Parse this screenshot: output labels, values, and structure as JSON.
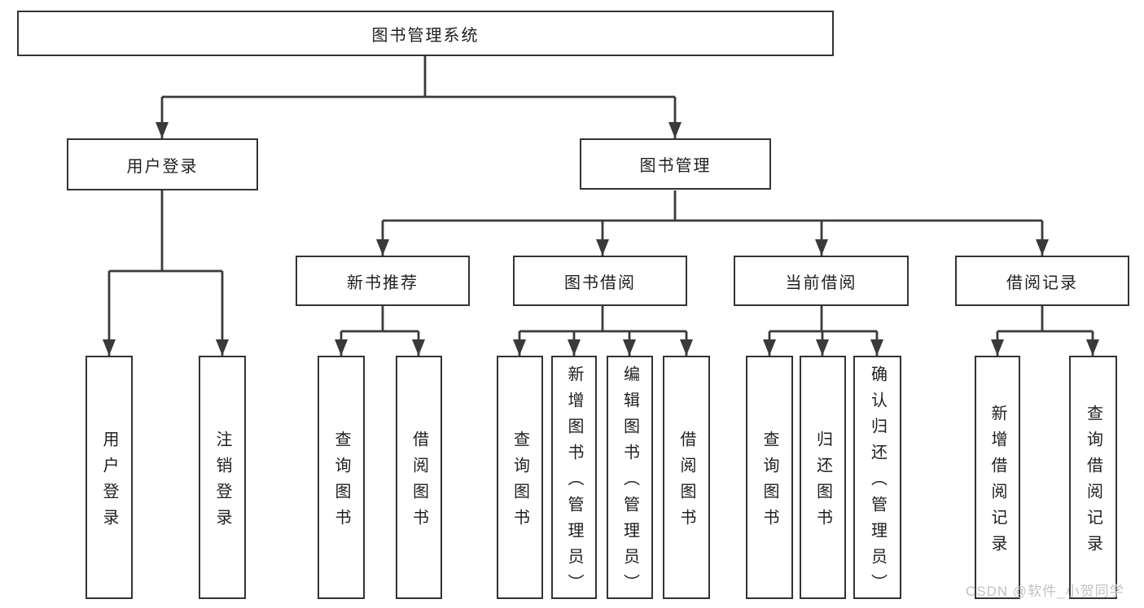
{
  "diagram": {
    "root": {
      "label": "图书管理系统"
    },
    "level2": [
      {
        "label": "用户登录",
        "parent": "图书管理系统"
      },
      {
        "label": "图书管理",
        "parent": "图书管理系统"
      }
    ],
    "level3": [
      {
        "label": "新书推荐",
        "parent": "图书管理"
      },
      {
        "label": "图书借阅",
        "parent": "图书管理"
      },
      {
        "label": "当前借阅",
        "parent": "图书管理"
      },
      {
        "label": "借阅记录",
        "parent": "图书管理"
      }
    ],
    "level4": [
      {
        "label": "用户登录",
        "parent": "用户登录"
      },
      {
        "label": "注销登录",
        "parent": "用户登录"
      },
      {
        "label": "查询图书",
        "parent": "新书推荐"
      },
      {
        "label": "借阅图书",
        "parent": "新书推荐"
      },
      {
        "label": "查询图书",
        "parent": "图书借阅"
      },
      {
        "label": "新增图书（管理员）",
        "parent": "图书借阅"
      },
      {
        "label": "编辑图书（管理员）",
        "parent": "图书借阅"
      },
      {
        "label": "借阅图书",
        "parent": "图书借阅"
      },
      {
        "label": "查询图书",
        "parent": "当前借阅"
      },
      {
        "label": "归还图书",
        "parent": "当前借阅"
      },
      {
        "label": "确认归还（管理员）",
        "parent": "当前借阅"
      },
      {
        "label": "新增借阅记录",
        "parent": "借阅记录"
      },
      {
        "label": "查询借阅记录",
        "parent": "借阅记录"
      }
    ],
    "watermark": "CSDN @软件_小贺同学",
    "colors": {
      "background": "#ffffff",
      "line": "#3a3a3a",
      "box_border": "#333333",
      "text": "#1f1f1f",
      "watermark": "#c2c2c2"
    }
  }
}
